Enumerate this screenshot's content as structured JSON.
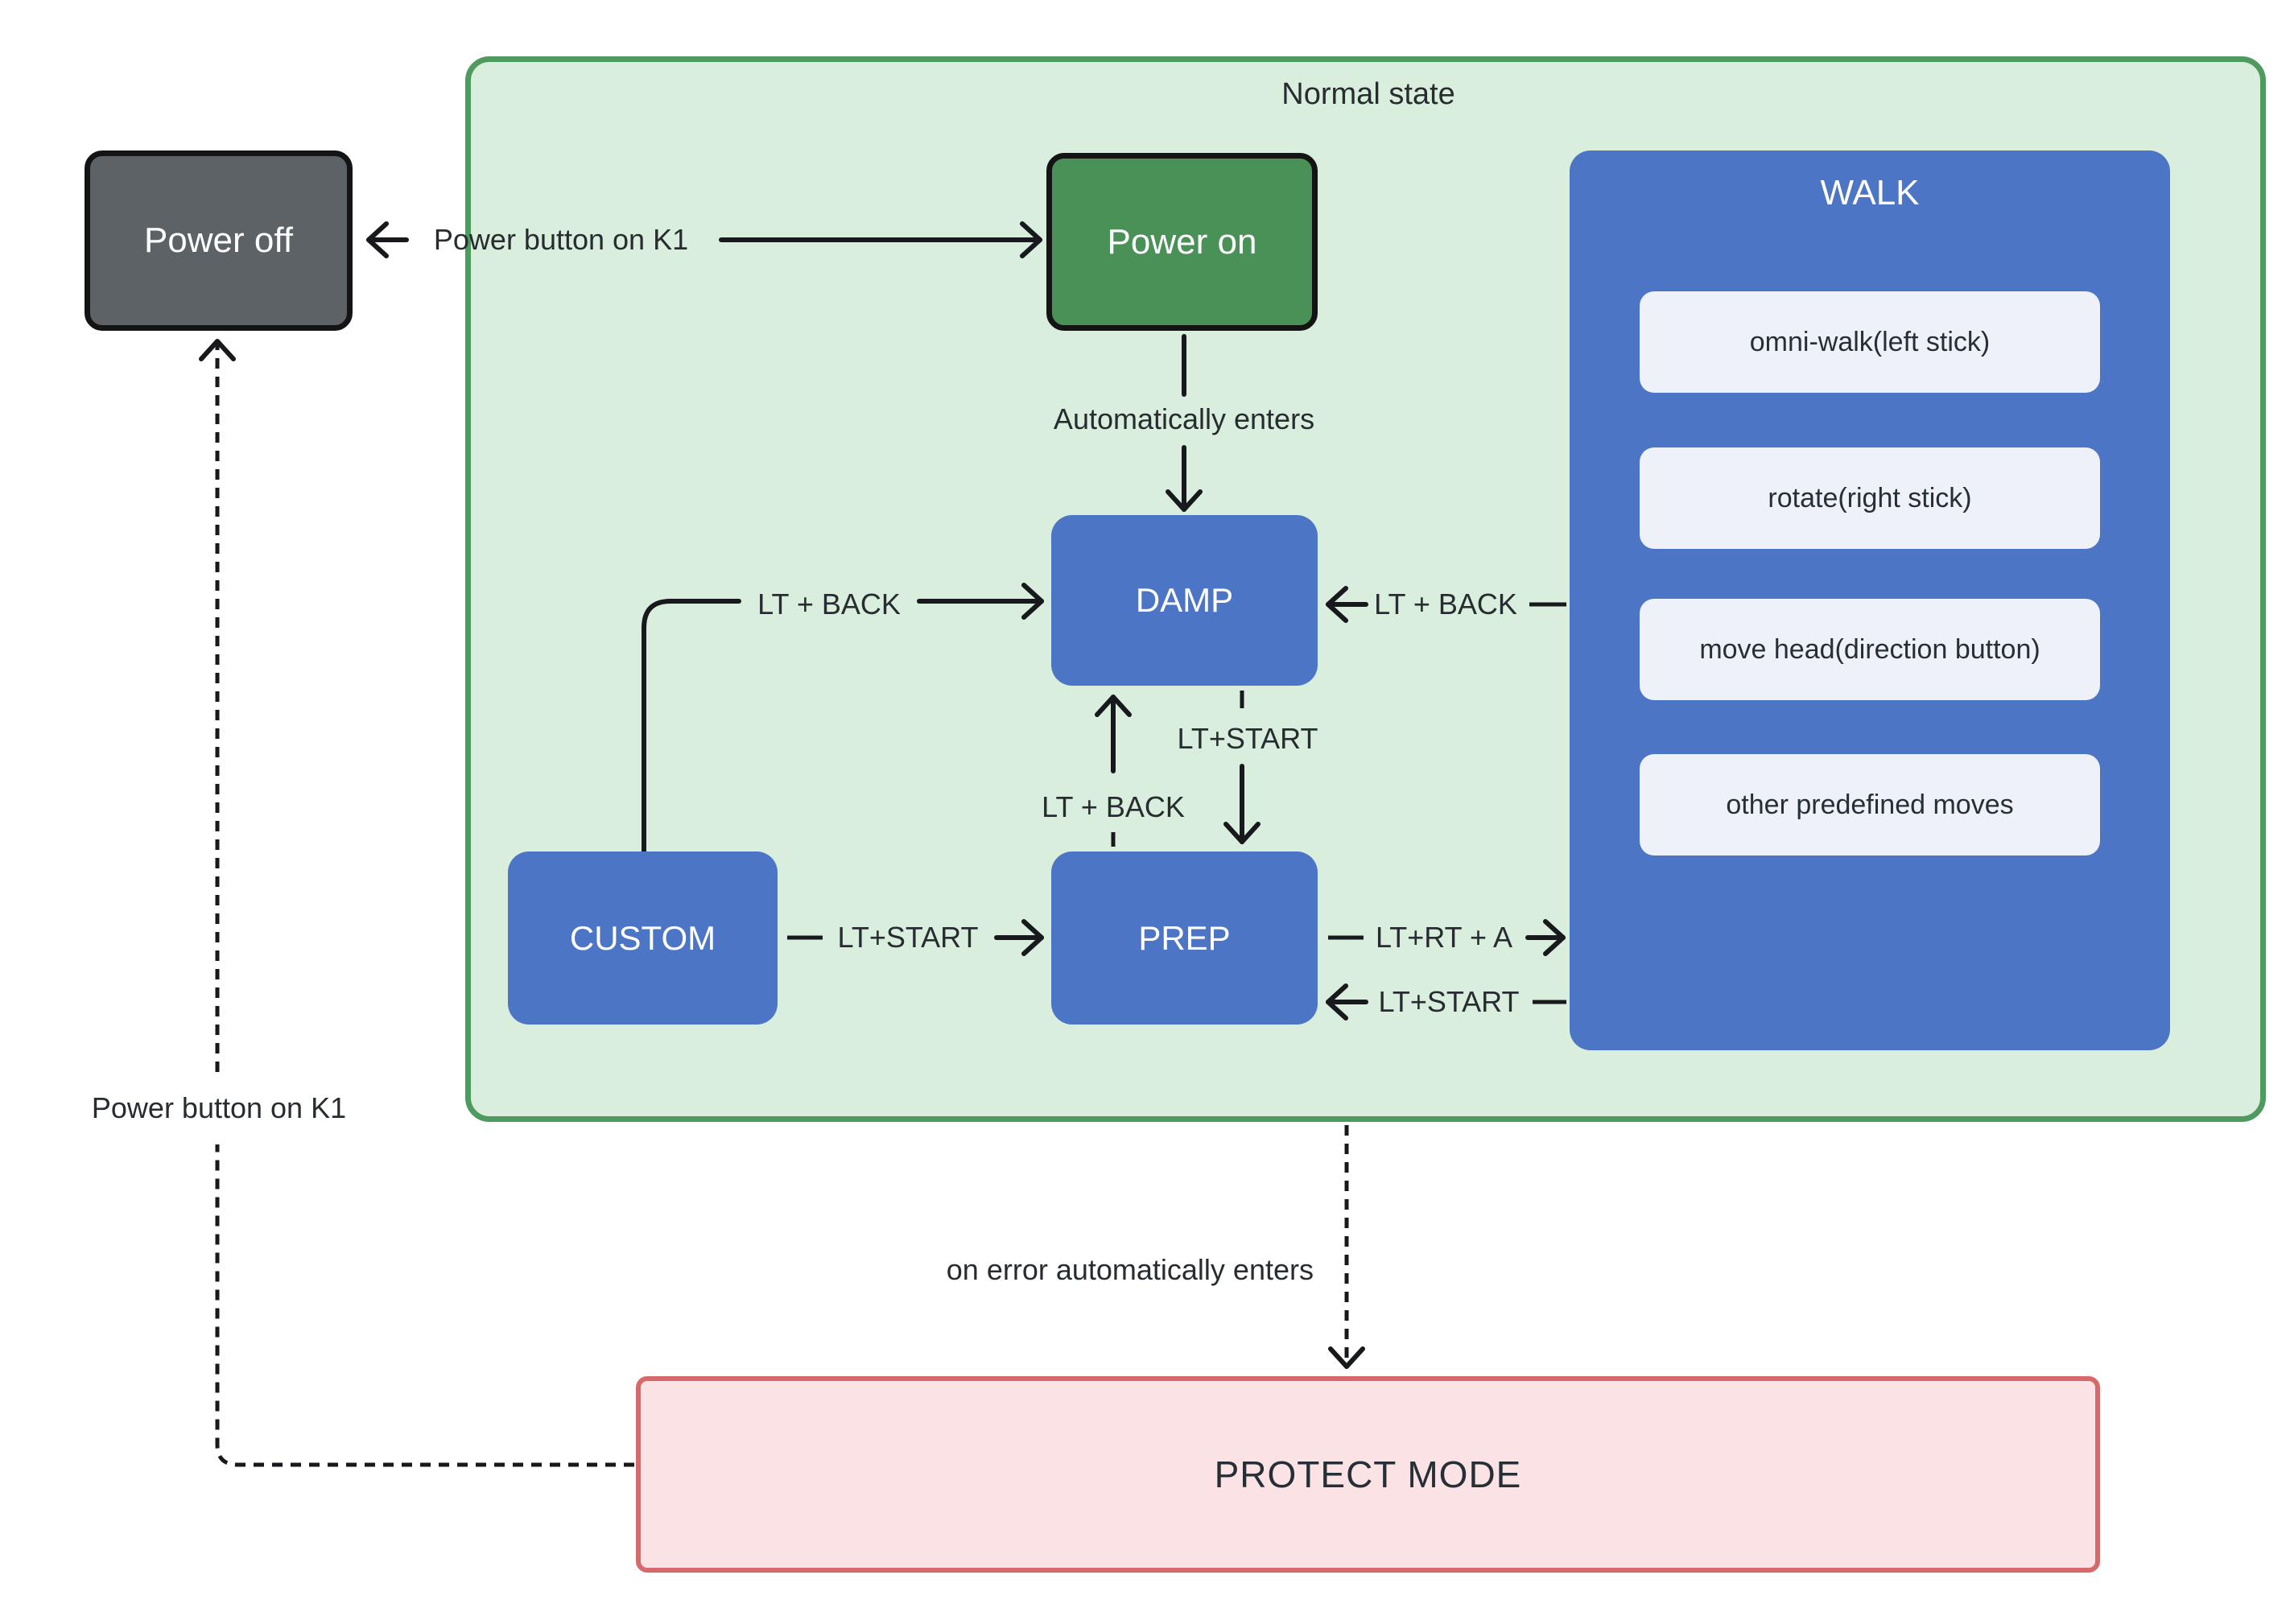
{
  "normal_panel": {
    "label": "Normal state"
  },
  "nodes": {
    "power_off": {
      "label": "Power off"
    },
    "power_on": {
      "label": "Power on"
    },
    "damp": {
      "label": "DAMP"
    },
    "custom": {
      "label": "CUSTOM"
    },
    "prep": {
      "label": "PREP"
    },
    "protect": {
      "label": "PROTECT MODE"
    }
  },
  "walk": {
    "title": "WALK",
    "items": [
      "omni-walk(left stick)",
      "rotate(right stick)",
      "move head(direction button)",
      "other predefined moves"
    ]
  },
  "edges": {
    "power_toggle": "Power button on K1",
    "auto_enters": "Automatically enters",
    "custom_damp": "LT + BACK",
    "walk_damp": "LT + BACK",
    "damp_prep": "LT+START",
    "prep_damp": "LT + BACK",
    "custom_prep": "LT+START",
    "prep_walk": "LT+RT + A",
    "walk_prep": "LT+START",
    "on_error": "on error automatically enters",
    "protect_power_off": "Power button on K1"
  },
  "colors": {
    "panel_fill": "#d9eedd",
    "panel_border": "#4e9a5f",
    "node_blue": "#4d75c5",
    "power_off_gray": "#5d6267",
    "power_on_green": "#4a9158",
    "box_border": "#141414",
    "protect_fill": "#fbe2e4",
    "protect_border": "#d66a6a",
    "walk_item_fill": "#eef1f8",
    "line_ink": "#17191c",
    "label_ink": "#272c31",
    "item_ink": "#272f36",
    "white_text": "#ffffff"
  }
}
